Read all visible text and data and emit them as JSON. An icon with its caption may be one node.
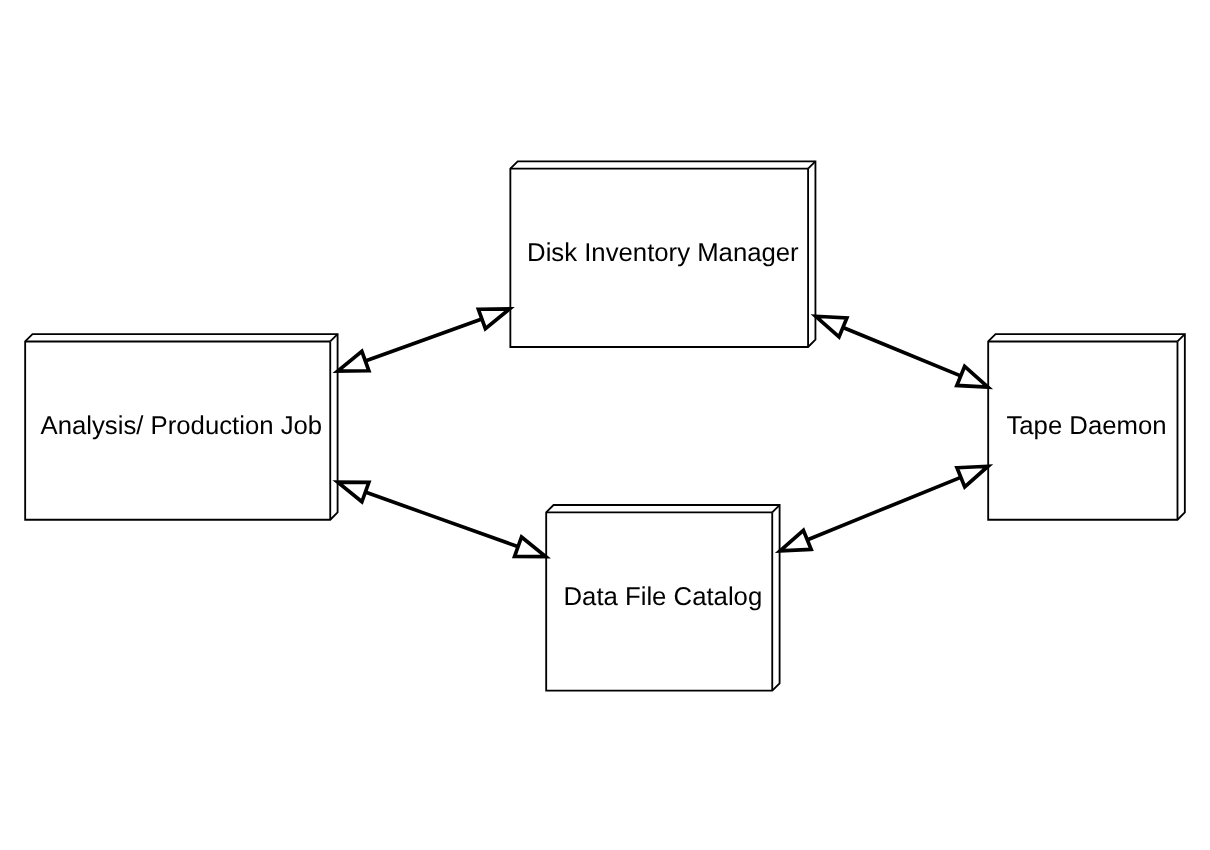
{
  "diagram": {
    "nodes": [
      {
        "text": [
          "Disk Inventory Manager"
        ]
      },
      {
        "text": [
          "Analysis/ Production Job"
        ]
      },
      {
        "text": [
          "Tape Daemon"
        ]
      },
      {
        "text": [
          "Data File Catalog"
        ]
      }
    ],
    "edges": [
      {
        "from": 1,
        "to": 0,
        "arrow": "both"
      },
      {
        "from": 0,
        "to": 2,
        "arrow": "both"
      },
      {
        "from": 1,
        "to": 3,
        "arrow": "both"
      },
      {
        "from": 3,
        "to": 2,
        "arrow": "both"
      }
    ]
  }
}
